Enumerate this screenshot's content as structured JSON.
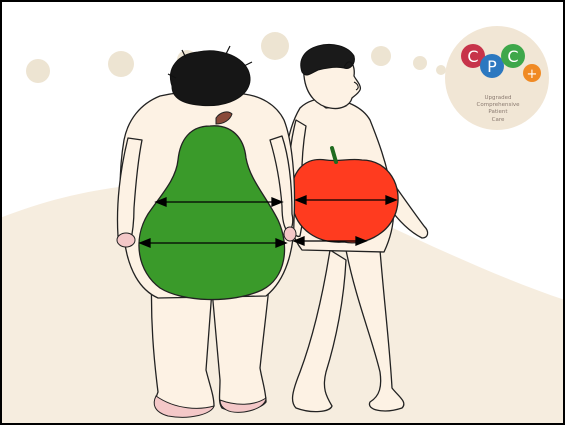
{
  "logo": {
    "letters": [
      "C",
      "P",
      "C",
      "+"
    ],
    "tagline_lines": [
      "Upgraded",
      "Comprehensive",
      "Patient",
      "Care"
    ]
  },
  "figures": {
    "pear_shape": {
      "icon": "pear",
      "color": "#3a9a2a"
    },
    "apple_shape": {
      "icon": "apple",
      "color": "#ff3b1f"
    }
  },
  "colors": {
    "skin": "#fdf2e4",
    "background_blob": "#f5ecdd",
    "decor_dot": "#ede4d2",
    "logo_c1": "#c7344a",
    "logo_p": "#2c78c0",
    "logo_c2": "#3ea74a",
    "logo_plus": "#f08a24"
  }
}
